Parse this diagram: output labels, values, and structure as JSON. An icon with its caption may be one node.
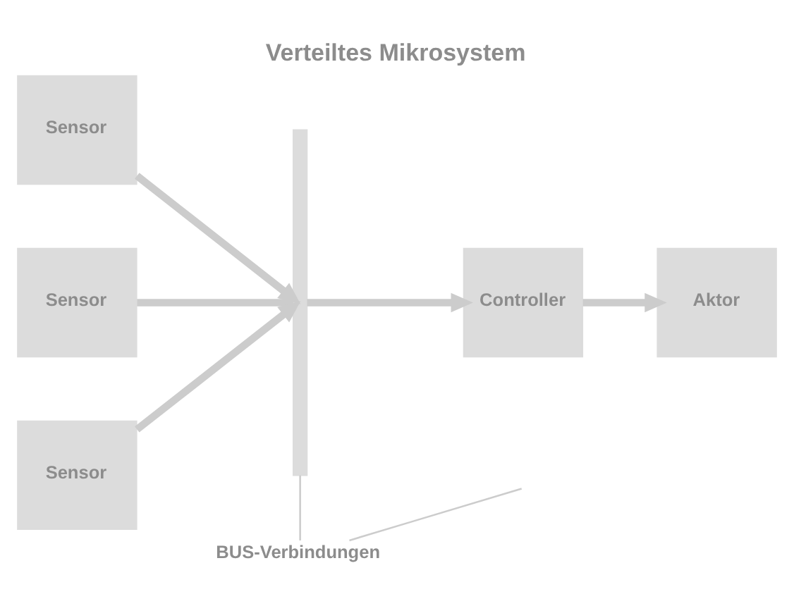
{
  "diagram": {
    "title": "Verteiltes Mikrosystem",
    "nodes": [
      {
        "text": [
          "Sensor"
        ]
      },
      {
        "text": [
          "Sensor"
        ]
      },
      {
        "text": [
          "Sensor"
        ]
      },
      {
        "text": [
          "Controller"
        ]
      },
      {
        "text": [
          "Aktor"
        ]
      },
      {
        "text": [],
        "shape": "bar"
      },
      {
        "text": [
          "BUS-Verbindungen"
        ]
      }
    ],
    "edges": [
      {
        "from": 0,
        "to": 5,
        "arrow": "to"
      },
      {
        "from": 1,
        "to": 5,
        "arrow": "none"
      },
      {
        "from": 2,
        "to": 5,
        "arrow": "to"
      },
      {
        "from": 5,
        "to": 3,
        "arrow": "to"
      },
      {
        "from": 3,
        "to": 4,
        "arrow": "to"
      },
      {
        "from": 6,
        "to": 5,
        "arrow": "none"
      },
      {
        "from": 6,
        "to": null,
        "arrow": "none"
      }
    ]
  }
}
